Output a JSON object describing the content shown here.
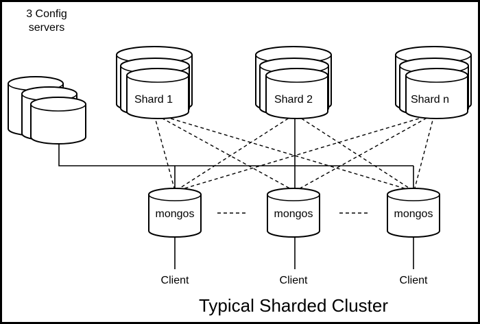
{
  "config": {
    "label_line1": "3 Config",
    "label_line2": "servers"
  },
  "shards": [
    {
      "label": "Shard 1"
    },
    {
      "label": "Shard 2"
    },
    {
      "label": "Shard n"
    }
  ],
  "routers": [
    {
      "label": "mongos"
    },
    {
      "label": "mongos"
    },
    {
      "label": "mongos"
    }
  ],
  "clients": [
    {
      "label": "Client"
    },
    {
      "label": "Client"
    },
    {
      "label": "Client"
    }
  ],
  "title": "Typical Sharded Cluster"
}
